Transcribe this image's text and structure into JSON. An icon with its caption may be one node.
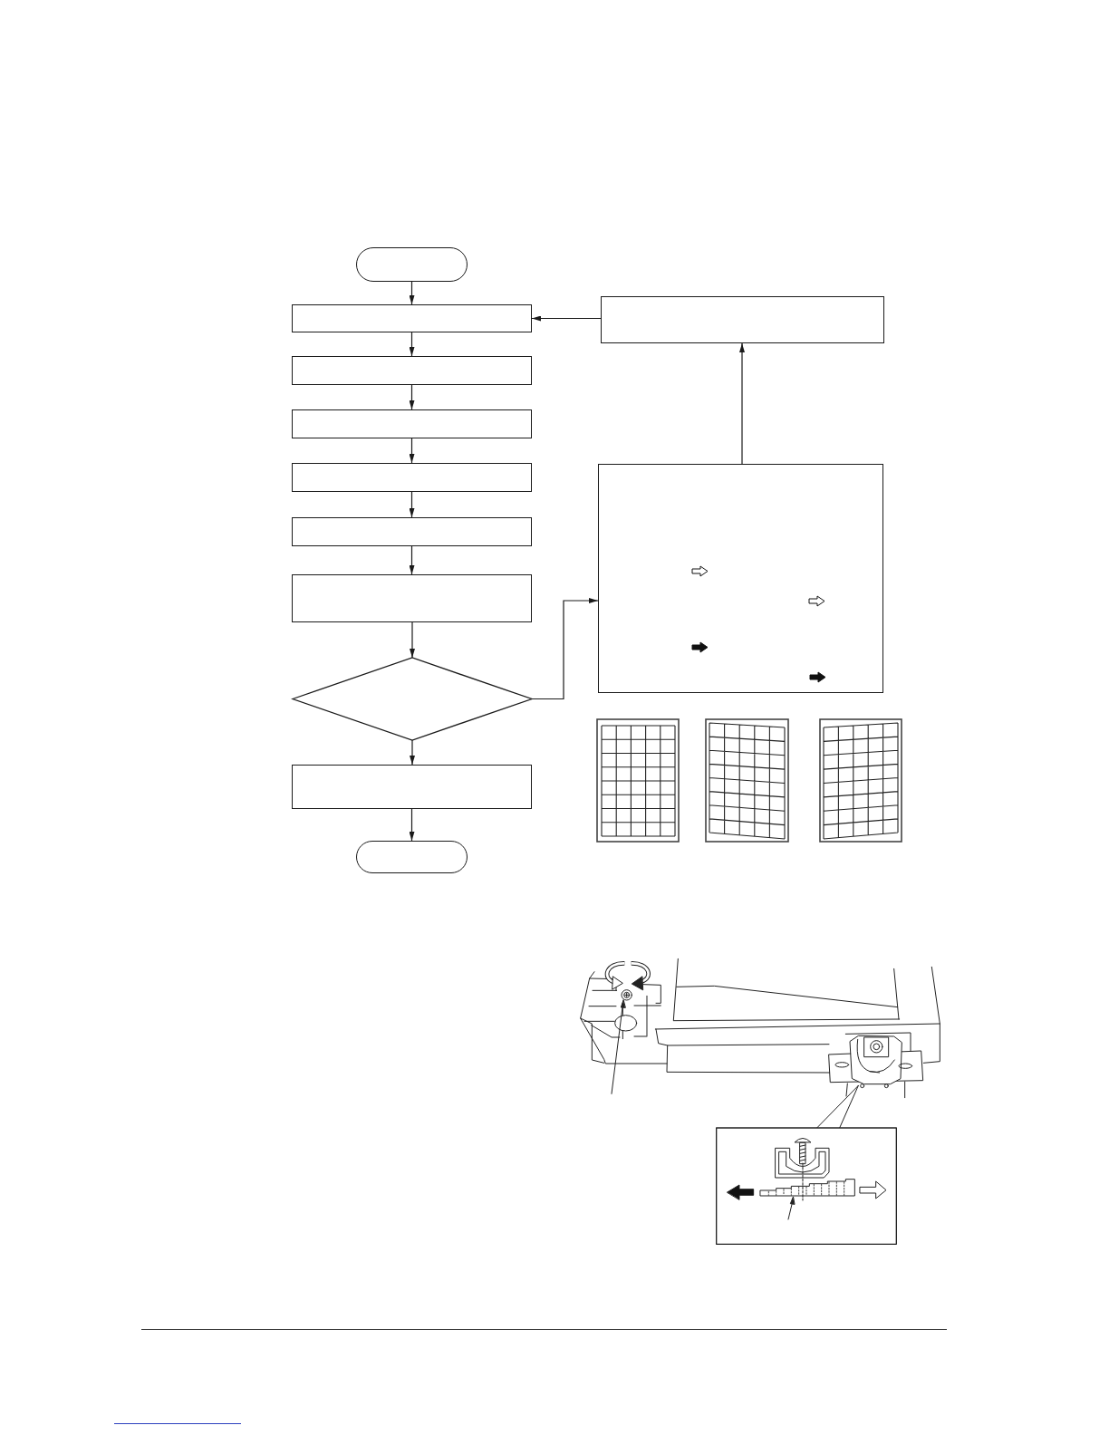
{
  "diagram": {
    "nodes": [
      {
        "text": [],
        "shape": "oval"
      },
      {
        "text": [],
        "shape": "box"
      },
      {
        "text": [],
        "shape": "box"
      },
      {
        "text": [],
        "shape": "box"
      },
      {
        "text": [],
        "shape": "box"
      },
      {
        "text": [],
        "shape": "box"
      },
      {
        "text": [],
        "shape": "box"
      },
      {
        "text": [],
        "shape": "diamond"
      },
      {
        "text": [],
        "shape": "box"
      },
      {
        "text": [],
        "shape": "oval"
      },
      {
        "text": [],
        "shape": "box"
      },
      {
        "text": [],
        "shape": "box"
      }
    ],
    "edges": [
      {
        "from": 0,
        "to": 1,
        "arrow": "to"
      },
      {
        "from": 1,
        "to": 2,
        "arrow": "to"
      },
      {
        "from": 2,
        "to": 3,
        "arrow": "to"
      },
      {
        "from": 3,
        "to": 4,
        "arrow": "to"
      },
      {
        "from": 4,
        "to": 5,
        "arrow": "to"
      },
      {
        "from": 5,
        "to": 6,
        "arrow": "to"
      },
      {
        "from": 6,
        "to": 7,
        "arrow": "to"
      },
      {
        "from": 7,
        "to": 8,
        "arrow": "to"
      },
      {
        "from": 8,
        "to": 9,
        "arrow": "to"
      },
      {
        "from": 7,
        "to": 11,
        "arrow": "to"
      },
      {
        "from": 11,
        "to": 10,
        "arrow": "to"
      },
      {
        "from": 10,
        "to": 1,
        "arrow": "to"
      }
    ]
  }
}
